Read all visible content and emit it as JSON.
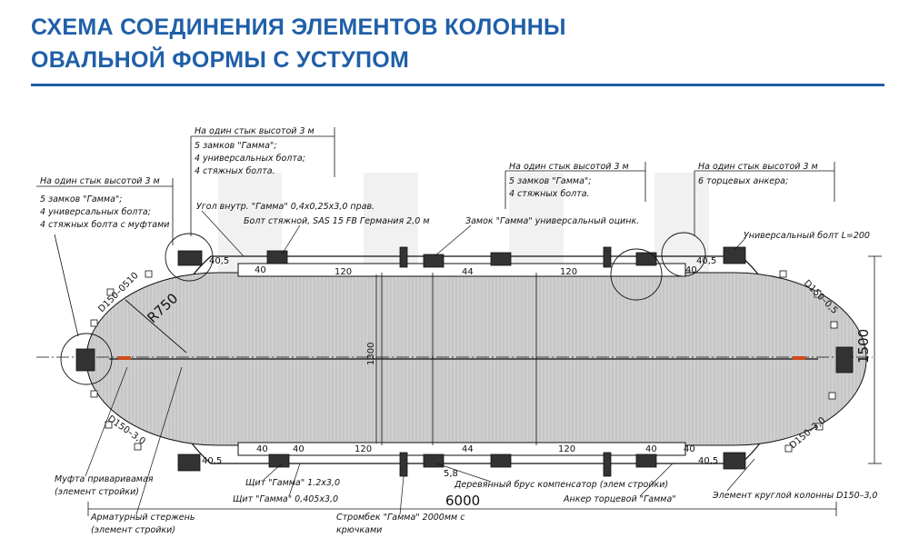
{
  "title": {
    "line1": "СХЕМА СОЕДИНЕНИЯ ЭЛЕМЕНТОВ КОЛОННЫ",
    "line2": "ОВАЛЬНОЙ ФОРМЫ С УСТУПОМ"
  },
  "colors": {
    "title": "#1f5fa8",
    "formwork": "#c8c8c8",
    "line": "#111111",
    "accent": "#d04a1a"
  },
  "notes": {
    "left": {
      "header": "На один стык высотой 3 м",
      "lines": [
        "5 замков \"Гамма\";",
        "4 универсальных болта;",
        "4 стяжных болта с муфтами"
      ]
    },
    "top_left": {
      "header": "На один стык высотой 3 м",
      "lines": [
        "5 замков \"Гамма\";",
        "4 универсальных болта;",
        "4 стяжных болта."
      ]
    },
    "top_mid": {
      "header": "На один стык высотой 3 м",
      "lines": [
        "5 замков \"Гамма\";",
        "4 стяжных болта."
      ]
    },
    "top_right": {
      "header": "На один стык высотой 3 м",
      "lines": [
        "6 торцевых анкера;"
      ]
    }
  },
  "labels": {
    "corner": "Угол внутр. \"Гамма\" 0,4х0,25х3,0 прав.",
    "tie_bolt": "Болт стяжной, SAS 15 FB Германия 2,0 м",
    "lock": "Замок \"Гамма\" универсальный оцинк.",
    "univ_bolt": "Универсальный болт L=200",
    "coupling_1": "Муфта приваривамая",
    "coupling_2": "(элемент стройки)",
    "rebar_1": "Арматурный стержень",
    "rebar_2": "(элемент стройки)",
    "panel_1": "Щит \"Гамма\" 1.2х3,0",
    "panel_2": "Щит \"Гамма\" 0,405х3,0",
    "strongback_1": "Стромбек \"Гамма\" 2000мм с",
    "strongback_2": "крючками",
    "timber_1": "Деревянный брус компенсатор (элем стройки)",
    "anchor": "Анкер торцевой \"Гамма\"",
    "round_element": "Элемент круглой колонны D150–3,0"
  },
  "dimensions": {
    "radius": "R750",
    "length": "6000",
    "height_outer": "1500",
    "height_inner": "1300",
    "top_left_seg": "120",
    "top_right_seg": "120",
    "bottom_left_seg": "120",
    "bottom_right_seg": "120",
    "gap_44_top": "44",
    "gap_44_bottom": "44",
    "w40_tl": "40",
    "w40_tr": "40",
    "w40_bl": "40",
    "w40_br": "40",
    "w40_6": "40",
    "w40_7": "40",
    "h58": "5,8",
    "off_tl": "40,5",
    "off_tr": "40,5",
    "off_bl": "40,5",
    "off_br": "40,5",
    "arc_tl": "D150–0510",
    "arc_tr": "D150–0,5",
    "arc_bl": "D150–3,0",
    "arc_br": "D150–3,0"
  }
}
